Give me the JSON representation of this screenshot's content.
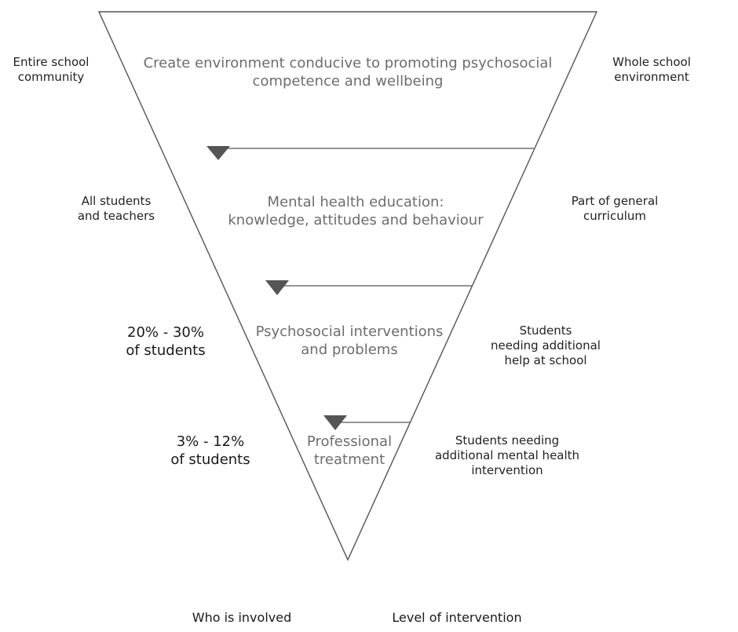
{
  "levels": [
    {
      "line1": "Create environment conducive to promoting psychosocial",
      "line2": "competence and wellbeing"
    },
    {
      "line1": "Mental health education:",
      "line2": "knowledge, attitudes and behaviour"
    },
    {
      "line1": "Psychosocial interventions",
      "line2": "and problems"
    },
    {
      "line1": "Professional",
      "line2": "treatment"
    }
  ],
  "who": [
    {
      "line1": "Entire school",
      "line2": "community"
    },
    {
      "line1": "All students",
      "line2": "and teachers"
    },
    {
      "line1": "20% - 30%",
      "line2": "of students"
    },
    {
      "line1": "3% - 12%",
      "line2": "of students"
    }
  ],
  "intervention": [
    {
      "line1": "Whole school",
      "line2": "environment"
    },
    {
      "line1": "Part of general",
      "line2": "curriculum"
    },
    {
      "line1": "Students",
      "line2": "needing additional",
      "line3": "help at school"
    },
    {
      "line1": "Students needing",
      "line2": "additional mental health",
      "line3": "intervention"
    }
  ],
  "footer": {
    "who_label": "Who is involved",
    "level_label": "Level of intervention"
  },
  "colors": {
    "outline": "#555555",
    "arrow_fill": "#555555",
    "level_text": "#6d6d6d",
    "side_text": "#222222"
  },
  "icons": [
    "triangle-down-marker"
  ]
}
